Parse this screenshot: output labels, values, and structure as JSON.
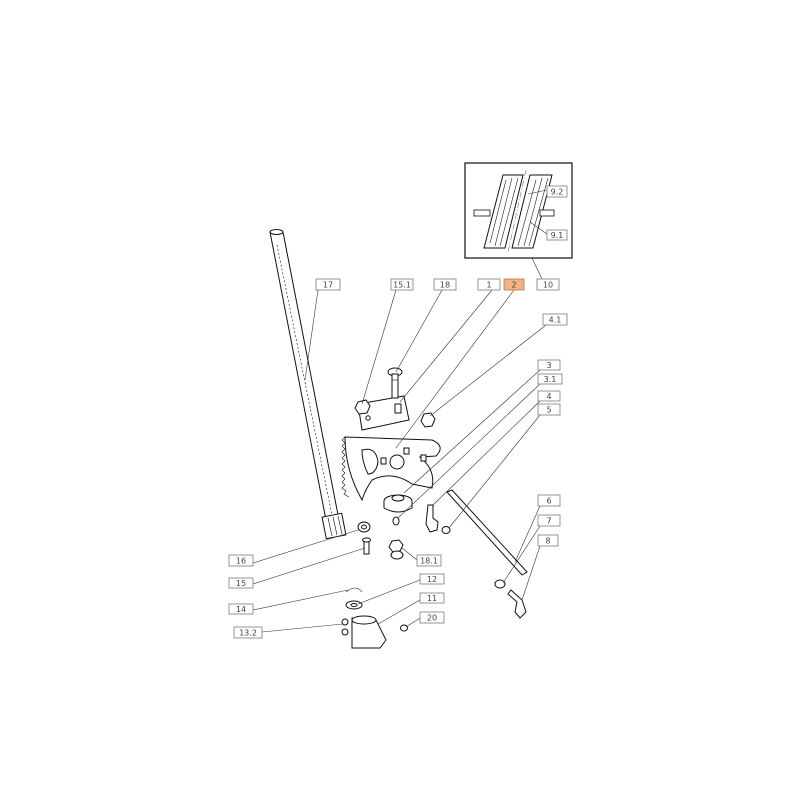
{
  "diagram": {
    "highlight_color": "#f4b183",
    "labels": [
      {
        "id": "17",
        "text": "17"
      },
      {
        "id": "15.1",
        "text": "15.1"
      },
      {
        "id": "18",
        "text": "18"
      },
      {
        "id": "1",
        "text": "1"
      },
      {
        "id": "2",
        "text": "2",
        "highlighted": true
      },
      {
        "id": "10",
        "text": "10"
      },
      {
        "id": "4.1",
        "text": "4.1"
      },
      {
        "id": "3",
        "text": "3"
      },
      {
        "id": "3.1",
        "text": "3.1"
      },
      {
        "id": "4",
        "text": "4"
      },
      {
        "id": "5",
        "text": "5"
      },
      {
        "id": "6",
        "text": "6"
      },
      {
        "id": "7",
        "text": "7"
      },
      {
        "id": "8",
        "text": "8"
      },
      {
        "id": "16",
        "text": "16"
      },
      {
        "id": "15",
        "text": "15"
      },
      {
        "id": "18.1",
        "text": "18.1"
      },
      {
        "id": "12",
        "text": "12"
      },
      {
        "id": "14",
        "text": "14"
      },
      {
        "id": "11",
        "text": "11"
      },
      {
        "id": "13.2",
        "text": "13.2"
      },
      {
        "id": "20",
        "text": "20"
      },
      {
        "id": "9.2",
        "text": "9.2"
      },
      {
        "id": "9.1",
        "text": "9.1"
      }
    ]
  }
}
